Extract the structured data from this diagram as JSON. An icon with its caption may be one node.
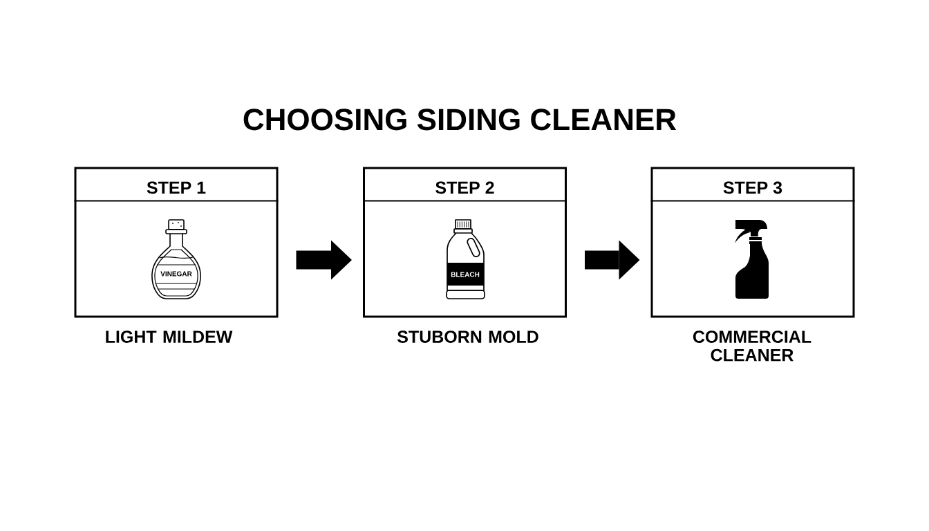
{
  "diagram": {
    "title": "CHOOSING SIDING CLEANER",
    "nodes": [
      {
        "text": [
          "STEP 1"
        ],
        "beside": [
          "LIGHT MILDEW"
        ]
      },
      {
        "text": [
          "STEP 2"
        ],
        "beside": [
          "STUBORN MOLD"
        ]
      },
      {
        "text": [
          "STEP 3"
        ],
        "beside": [
          "COMMERCIAL CLEANER"
        ]
      }
    ],
    "edges": [
      {
        "from": 0,
        "to": 1,
        "arrow": "to"
      },
      {
        "from": 1,
        "to": 2,
        "arrow": "to"
      }
    ],
    "labels": [
      "VINEGAR",
      "BLEACH"
    ]
  }
}
